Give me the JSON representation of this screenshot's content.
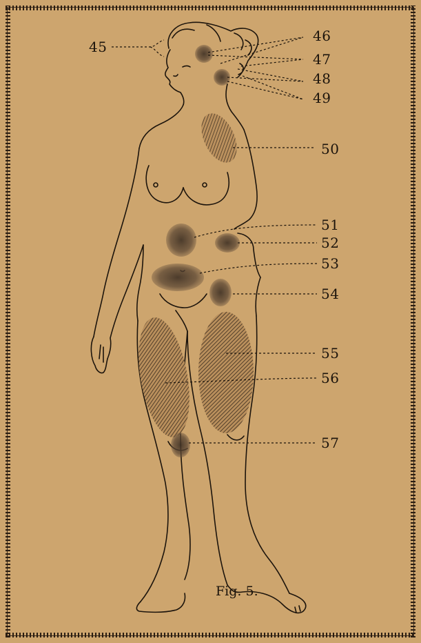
{
  "figure": {
    "caption": "Fig. 5.",
    "labels": {
      "l45": "45",
      "l46": "46",
      "l47": "47",
      "l48": "48",
      "l49": "49",
      "l50": "50",
      "l51": "51",
      "l52": "52",
      "l53": "53",
      "l54": "54",
      "l55": "55",
      "l56": "56",
      "l57": "57"
    }
  },
  "colors": {
    "paper": "#cda56e",
    "ink": "#1c140c",
    "spot": "#5a4a3a"
  }
}
